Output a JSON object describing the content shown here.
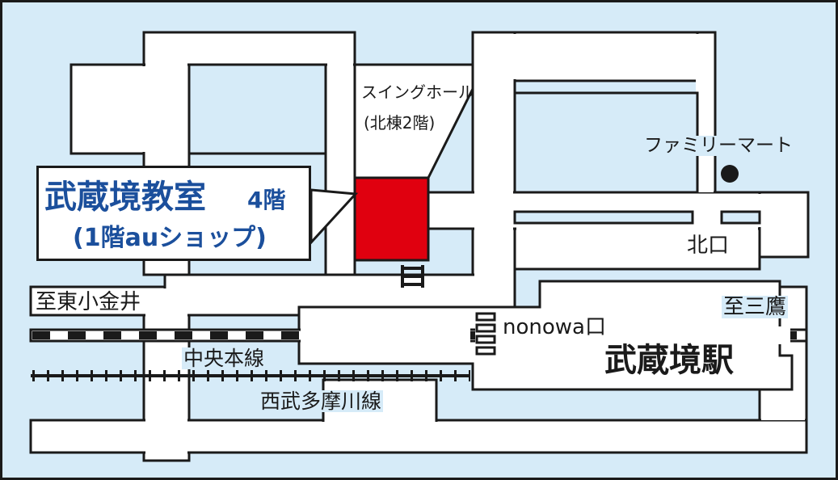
{
  "colors": {
    "water_bg": "#d6ebf8",
    "road": "#ffffff",
    "outline": "#1a1a1a",
    "accent_red": "#e0000f",
    "title_blue": "#1b4f9c"
  },
  "school": {
    "name": "武蔵境教室",
    "floor": "4階",
    "note": "(1階auショップ)"
  },
  "labels": {
    "swing_hall_line1": "スイングホール",
    "swing_hall_line2": "(北棟2階)",
    "familymart": "ファミリーマート",
    "north_exit": "北口",
    "to_higashikoganei": "至東小金井",
    "to_mitaka": "至三鷹",
    "nonowa_exit": "nonowa口",
    "station": "武蔵境駅",
    "chuo_line": "中央本線",
    "seibu_line": "西武多摩川線"
  },
  "icons": {
    "familymart_marker": "filled-circle-icon",
    "stairs": "stairs-icon",
    "station_steps": "steps-icon"
  }
}
